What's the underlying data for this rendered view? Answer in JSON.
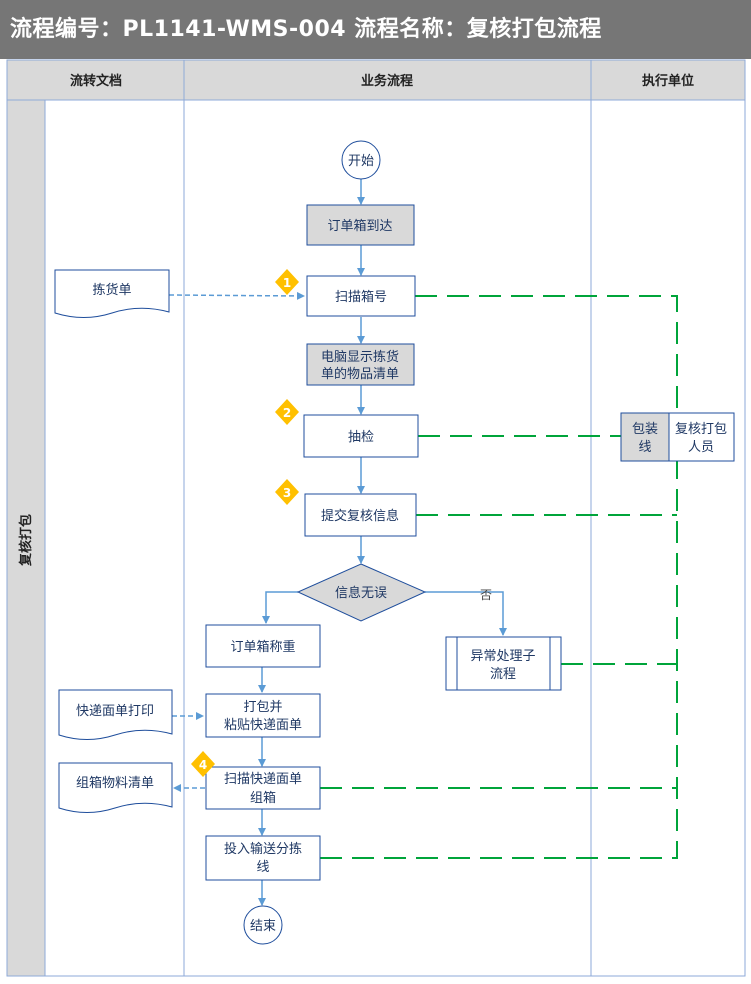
{
  "header": {
    "title": "流程编号：PL1141-WMS-004   流程名称：复核打包流程"
  },
  "columns": {
    "documents": "流转文档",
    "process": "业务流程",
    "executor": "执行单位"
  },
  "lane": {
    "label": "复核打包"
  },
  "documents": {
    "picking_list": "拣货单",
    "express_print": "快递面单打印",
    "packing_list": "组箱物料清单"
  },
  "nodes": {
    "start": "开始",
    "order_box_arrive": "订单箱到达",
    "scan_box": "扫描箱号",
    "display_line1": "电脑显示拣货",
    "display_line2": "单的物品清单",
    "spot_check": "抽检",
    "submit_review": "提交复核信息",
    "info_check": "信息无误",
    "no_label": "否",
    "weigh": "订单箱称重",
    "pack_line1": "打包并",
    "pack_line2": "粘贴快递面单",
    "scan_express_line1": "扫描快递面单",
    "scan_express_line2": "组箱",
    "sort_line1": "投入输送分拣",
    "sort_line2": "线",
    "exception_line1": "异常处理子",
    "exception_line2": "流程",
    "end": "结束"
  },
  "badges": [
    "1",
    "2",
    "3",
    "4"
  ],
  "executor": {
    "dept_line1": "包装",
    "dept_line2": "线",
    "role_line1": "复核打包",
    "role_line2": "人员"
  },
  "colors": {
    "title_bg": "#767676",
    "header_bg": "#d9d9d9",
    "lane_line": "#8eaad8",
    "box_border": "#1f4e9c",
    "shaded_box": "#d9d9d9",
    "arrow": "#5b9bd5",
    "dashed_green": "#00a43a",
    "badge": "#ffc000",
    "text_blue": "#1f3864"
  }
}
